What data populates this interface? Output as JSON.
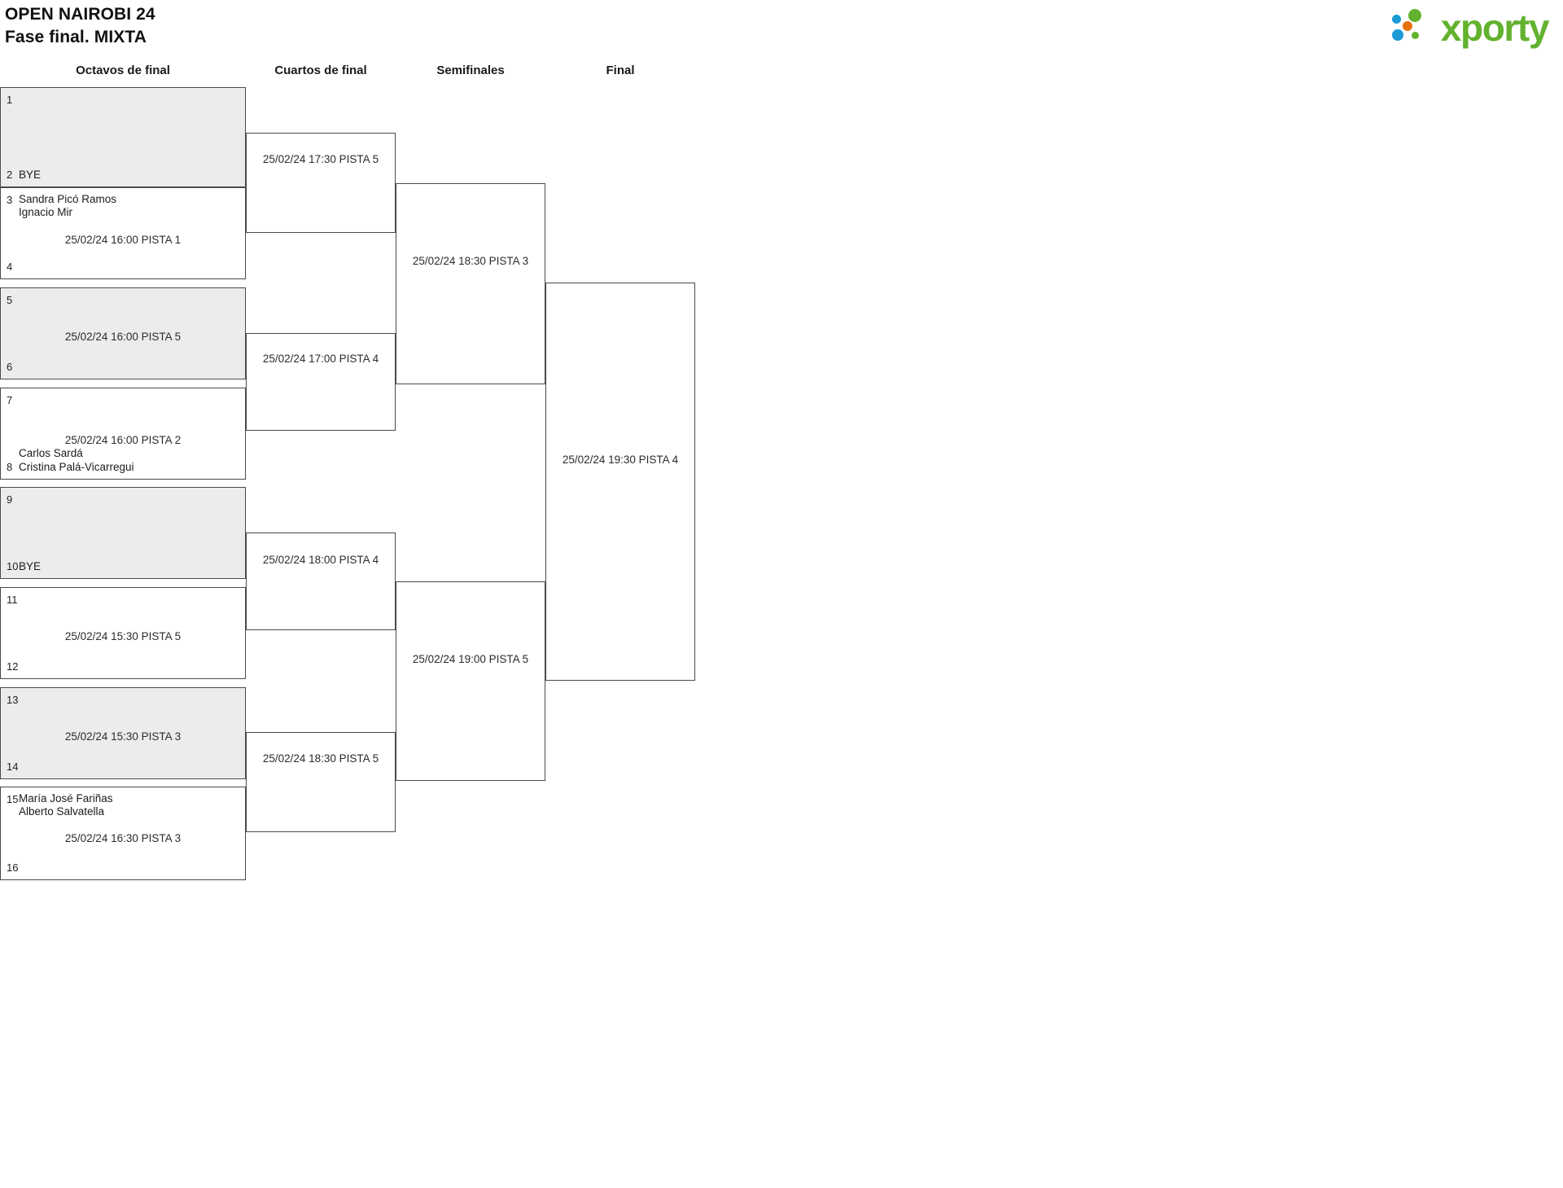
{
  "header": {
    "tournament_title": "OPEN NAIROBI 24",
    "phase_title": "Fase final. MIXTA",
    "logo_text": "xporty",
    "logo_colors": {
      "green": "#62b22e",
      "blue": "#1b9ad6",
      "orange": "#e8730c"
    }
  },
  "rounds": [
    {
      "label": "Octavos de final"
    },
    {
      "label": "Cuartos de final"
    },
    {
      "label": "Semifinales"
    },
    {
      "label": "Final"
    }
  ],
  "r16": {
    "slots": [
      {
        "seed": "1",
        "team": ""
      },
      {
        "seed": "2",
        "team": "BYE"
      },
      {
        "seed": "3",
        "team": "Sandra Picó Ramos\nIgnacio Mir"
      },
      {
        "seed": "4",
        "team": ""
      },
      {
        "seed": "5",
        "team": ""
      },
      {
        "seed": "6",
        "team": ""
      },
      {
        "seed": "7",
        "team": ""
      },
      {
        "seed": "8",
        "team": "Carlos Sardá\nCristina Palá-Vicarregui"
      },
      {
        "seed": "9",
        "team": ""
      },
      {
        "seed": "10",
        "team": "BYE"
      },
      {
        "seed": "11",
        "team": ""
      },
      {
        "seed": "12",
        "team": ""
      },
      {
        "seed": "13",
        "team": ""
      },
      {
        "seed": "14",
        "team": ""
      },
      {
        "seed": "15",
        "team": "María José Fariñas\nAlberto Salvatella"
      },
      {
        "seed": "16",
        "team": ""
      }
    ],
    "matches": [
      {
        "info": ""
      },
      {
        "info": "25/02/24 16:00 PISTA 1"
      },
      {
        "info": "25/02/24 16:00 PISTA 5"
      },
      {
        "info": "25/02/24 16:00 PISTA 2"
      },
      {
        "info": ""
      },
      {
        "info": "25/02/24 15:30 PISTA 5"
      },
      {
        "info": "25/02/24 15:30 PISTA 3"
      },
      {
        "info": "25/02/24 16:30 PISTA 3"
      }
    ]
  },
  "quarterfinals": [
    {
      "info": "25/02/24 17:30 PISTA 5"
    },
    {
      "info": "25/02/24 17:00 PISTA 4"
    },
    {
      "info": "25/02/24 18:00 PISTA 4"
    },
    {
      "info": "25/02/24 18:30 PISTA 5"
    }
  ],
  "semifinals": [
    {
      "info": "25/02/24 18:30 PISTA 3"
    },
    {
      "info": "25/02/24 19:00 PISTA 5"
    }
  ],
  "final": [
    {
      "info": "25/02/24 19:30 PISTA 4"
    }
  ]
}
